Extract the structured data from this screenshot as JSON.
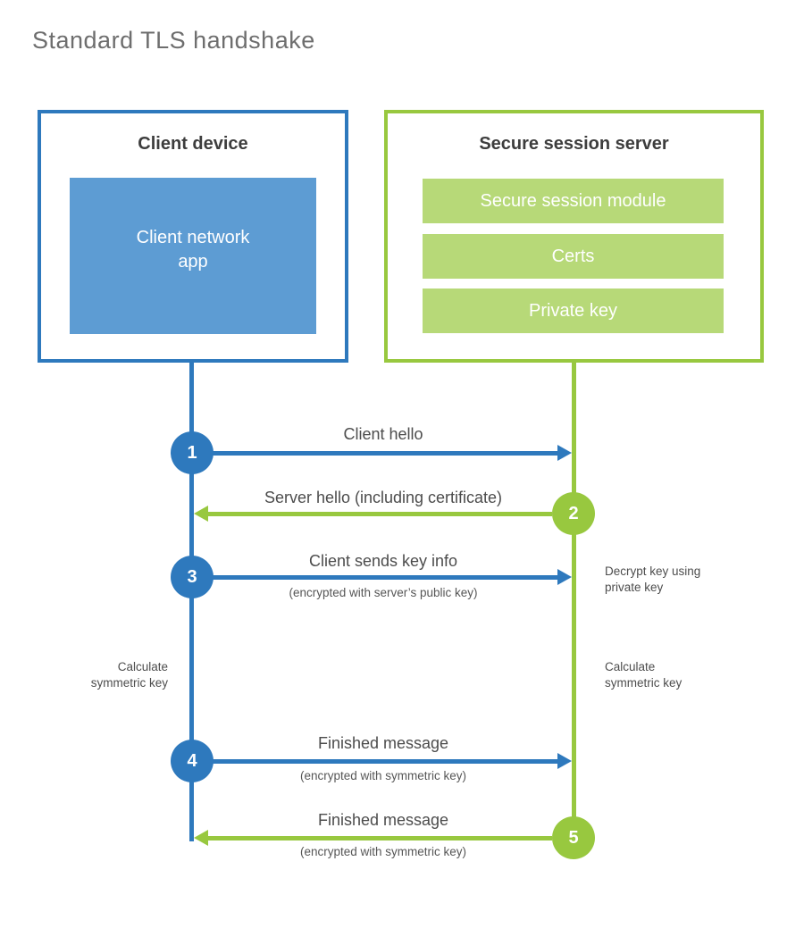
{
  "title": "Standard TLS handshake",
  "colors": {
    "client_blue": "#2e79bd",
    "client_fill_blue": "#5d9cd3",
    "server_green": "#98c83f",
    "server_fill_green": "#b7d978",
    "heading_text": "#3d3d3d",
    "label_text": "#4c4c4c"
  },
  "client": {
    "title": "Client device",
    "app": "Client network\napp"
  },
  "server": {
    "title": "Secure session server",
    "modules": [
      "Secure session module",
      "Certs",
      "Private key"
    ]
  },
  "steps": [
    {
      "num": "1",
      "label": "Client hello",
      "sublabel": "",
      "direction": "right",
      "lane": "blue"
    },
    {
      "num": "2",
      "label": "Server hello (including certificate)",
      "sublabel": "",
      "direction": "left",
      "lane": "green"
    },
    {
      "num": "3",
      "label": "Client sends key info",
      "sublabel": "(encrypted with server’s public key)",
      "direction": "right",
      "lane": "blue"
    },
    {
      "num": "4",
      "label": "Finished message",
      "sublabel": "(encrypted with symmetric key)",
      "direction": "right",
      "lane": "blue"
    },
    {
      "num": "5",
      "label": "Finished message",
      "sublabel": "(encrypted with symmetric key)",
      "direction": "left",
      "lane": "green"
    }
  ],
  "side_notes": {
    "decrypt": "Decrypt key using\nprivate key",
    "calculate_left": "Calculate\nsymmetric key",
    "calculate_right": "Calculate\nsymmetric key"
  }
}
